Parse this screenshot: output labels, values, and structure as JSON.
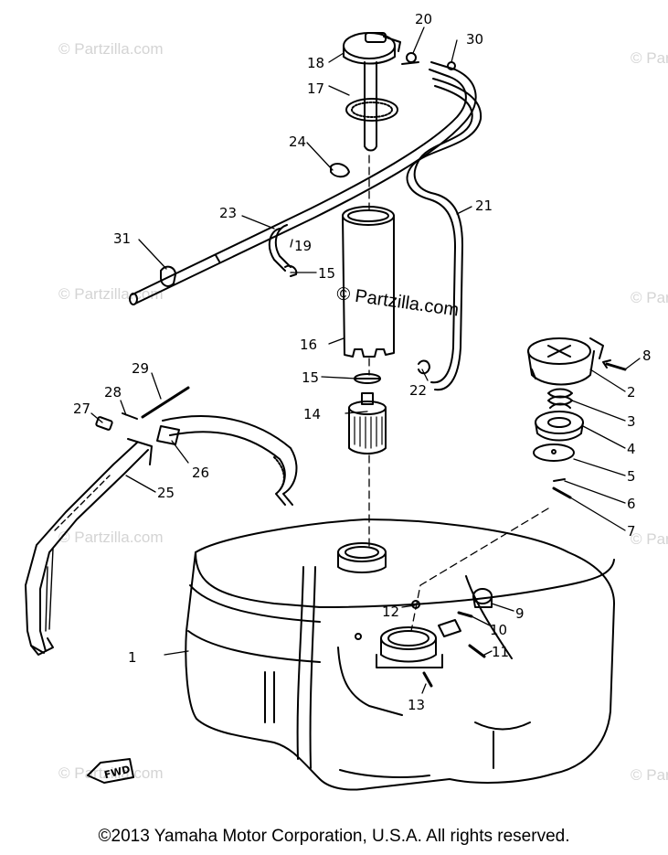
{
  "watermark": {
    "text": "© Partzilla.com",
    "partial_text": "© Par"
  },
  "center_watermark": "© Partzilla.com",
  "copyright": "©2013  Yamaha Motor Corporation, U.S.A. All rights reserved.",
  "direction_label": "FWD",
  "callouts": [
    "1",
    "2",
    "3",
    "4",
    "5",
    "6",
    "7",
    "8",
    "9",
    "10",
    "11",
    "12",
    "13",
    "14",
    "15",
    "15",
    "16",
    "17",
    "18",
    "19",
    "20",
    "21",
    "22",
    "23",
    "24",
    "25",
    "26",
    "27",
    "28",
    "29",
    "30",
    "31"
  ]
}
